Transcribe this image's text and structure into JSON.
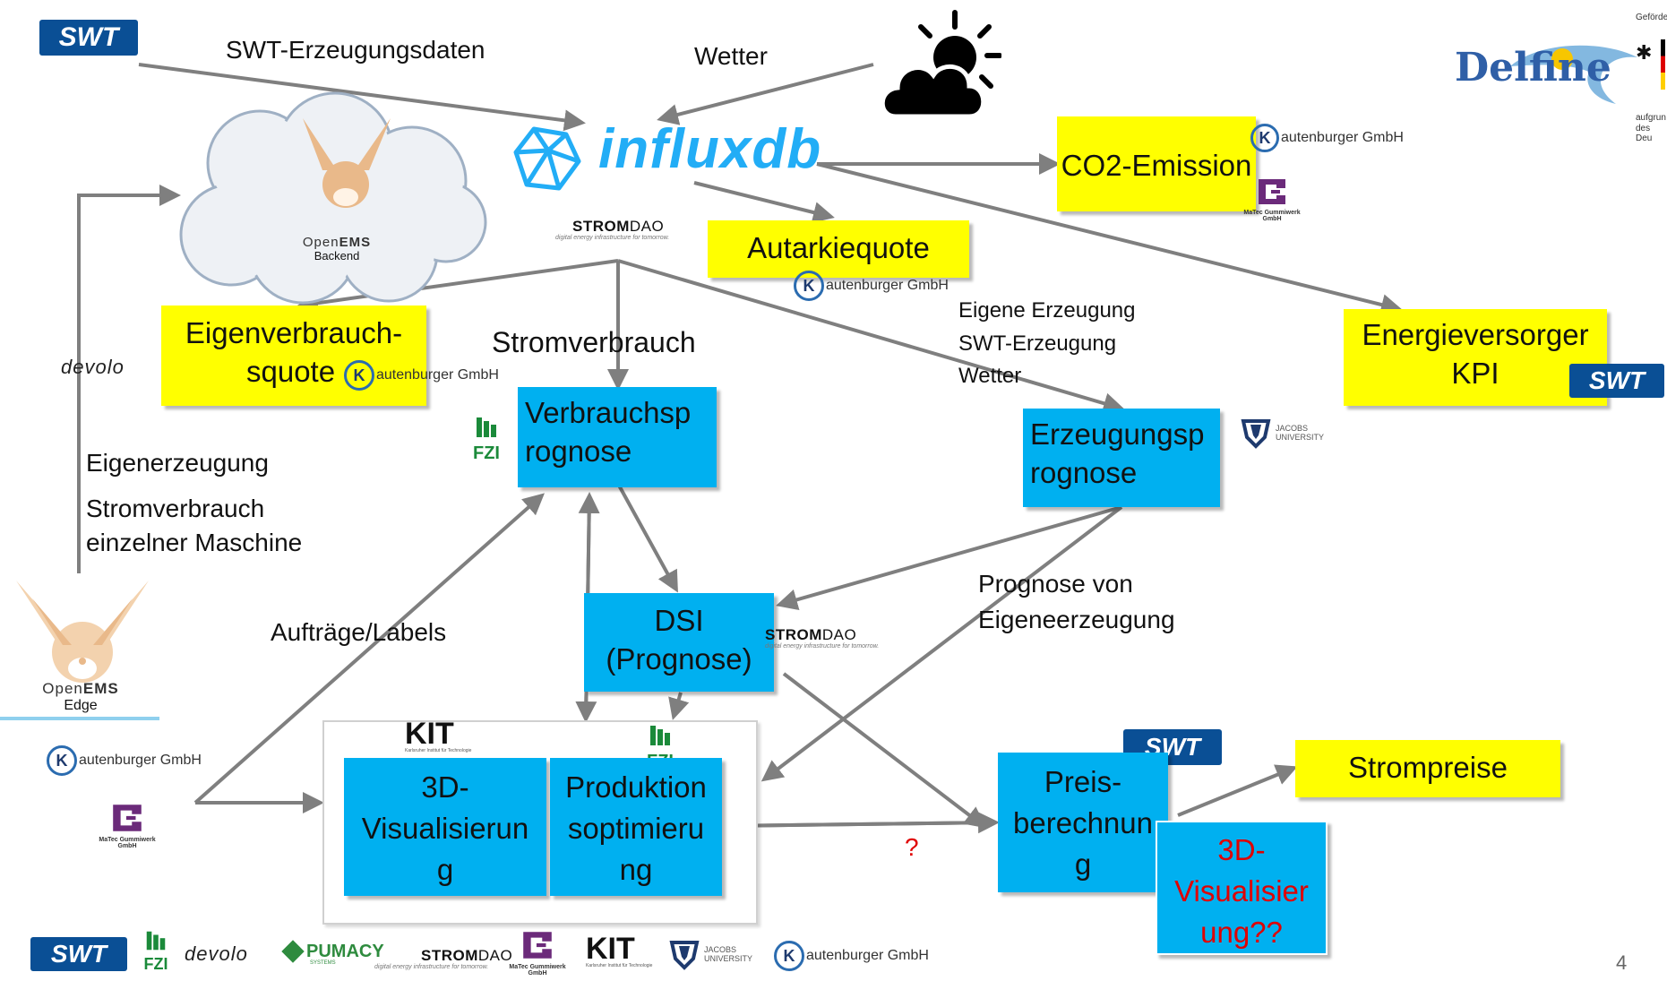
{
  "logos": {
    "swt": "SWT",
    "openems_backend": {
      "name_open": "Open",
      "name_ems": "EMS",
      "sub": "Backend"
    },
    "openems_edge": {
      "name_open": "Open",
      "name_ems": "EMS",
      "sub": "Edge"
    },
    "influxdb": "influxdb",
    "stromdao": {
      "name_bold": "STROM",
      "name_rest": "DAO",
      "tagline": "digital energy infrastructure for tomorrow."
    },
    "kautenburger": {
      "letter": "K",
      "text": "autenburger GmbH"
    },
    "matec": "MaTec Gummiwerk GmbH",
    "devolo": "devolo",
    "fzi": "FZI",
    "jacobs": "JACOBS UNIVERSITY",
    "kit": "KIT",
    "kit_sub": "Karlsruher Institut für Technologie",
    "pumacy": "PUMACY",
    "pumacy_sub": "SYSTEMS",
    "delfine": "Delfine",
    "funding_top": "Geförde",
    "funding_bottom_1": "aufgrun",
    "funding_bottom_2": "des Deu"
  },
  "labels": {
    "swt_data": "SWT-Erzeugungsdaten",
    "wetter": "Wetter",
    "stromverbrauch": "Stromverbrauch",
    "eigene_erzeugung": "Eigene Erzeugung",
    "swt_erzeugung": "SWT-Erzeugung",
    "wetter2": "Wetter",
    "eigenerzeugung": "Eigenerzeugung",
    "stromverbrauch_maschine_1": "Stromverbrauch",
    "stromverbrauch_maschine_2": "einzelner Maschine",
    "auftraege": "Aufträge/Labels",
    "prognose_von_1": "Prognose von",
    "prognose_von_2": "Eigeneerzeugung",
    "question": "?",
    "page_number": "4"
  },
  "boxes": {
    "co2": "CO2-Emission",
    "autarkie": "Autarkiequote",
    "eigenverbrauch_1": "Eigenverbrauch-",
    "eigenverbrauch_2": "squote",
    "energieversorger_1": "Energieversorger",
    "energieversorger_2": "KPI",
    "verbrauch_1": "Verbrauchsp",
    "verbrauch_2": "rognose",
    "erzeugung_1": "Erzeugungsp",
    "erzeugung_2": "rognose",
    "dsi_1": "DSI",
    "dsi_2": "(Prognose)",
    "vis3d_1": "3D-",
    "vis3d_2": "Visualisierun",
    "vis3d_3": "g",
    "produktion_1": "Produktion",
    "produktion_2": "soptimieru",
    "produktion_3": "ng",
    "preis_1": "Preis-",
    "preis_2": "berechnun",
    "preis_3": "g",
    "vis3d_red_1": "3D-",
    "vis3d_red_2": "Visualisier",
    "vis3d_red_3": "ung??",
    "strompreise": "Strompreise"
  },
  "colors": {
    "yellow_box": "#ffff00",
    "blue_box": "#00b0f0",
    "arrow": "#7f7f7f",
    "influx": "#22adf6",
    "swt": "#0a4f95",
    "red_text": "#e00000",
    "delfine": "#2f5fa7"
  }
}
